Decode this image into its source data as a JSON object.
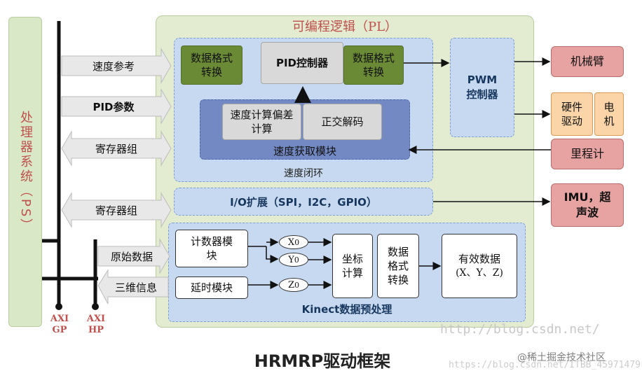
{
  "ps_label": "处理器系统（PS）",
  "pl_title": "可编程逻辑（PL）",
  "left_arrows": {
    "speed_ref": "速度参考",
    "pid_params": "PID参数",
    "reg_group_1": "寄存器组",
    "reg_group_2": "寄存器组",
    "raw_data": "原始数据",
    "info_3d": "三维信息"
  },
  "speed_loop": {
    "label": "速度闭环",
    "format_convert_in": "数据格式转换",
    "pid_controller": "PID控制器",
    "format_convert_out": "数据格式转换",
    "speed_calc": "速度计算偏差计算",
    "quadrature_decode": "正交解码",
    "acq_module": "速度获取模块"
  },
  "pwm": "PWM控制器",
  "io_ext": "I/O扩展（SPI，I2C，GPIO）",
  "kinect": {
    "label": "Kinect数据预处理",
    "counter": "计数器模块",
    "delay": "延时模块",
    "x0": "X",
    "y0": "Y",
    "z0": "Z",
    "sub": "0",
    "coord_calc": "坐标计算",
    "format_convert": "数据格式转换",
    "valid_data_1": "有效数据",
    "valid_data_2": "(X、Y、Z)"
  },
  "outputs": {
    "robot_arm": "机械臂",
    "hardware_drive": "硬件驱动",
    "motor": "电机",
    "odometer": "里程计",
    "imu": "IMU，超声波"
  },
  "axi": {
    "gp_1": "AXI",
    "gp_2": "GP",
    "hp_1": "AXI",
    "hp_2": "HP"
  },
  "footer_title": "HRMRP驱动框架",
  "watermarks": {
    "csdn": "http://blog.csdn.net/",
    "juejin": "@稀土掘金技术社区",
    "csdn2": "https://blog.csdn.net/ITBB_45971479"
  },
  "colors": {
    "ps_fill": "#d9e8c6",
    "pl_fill": "#e3ecd0",
    "blue_fill": "#c6d9f0",
    "green_fill": "#6a8a35",
    "red_fill": "#e6a3a1",
    "orange_fill": "#fbd5a8",
    "title_red": "#c0504d"
  }
}
